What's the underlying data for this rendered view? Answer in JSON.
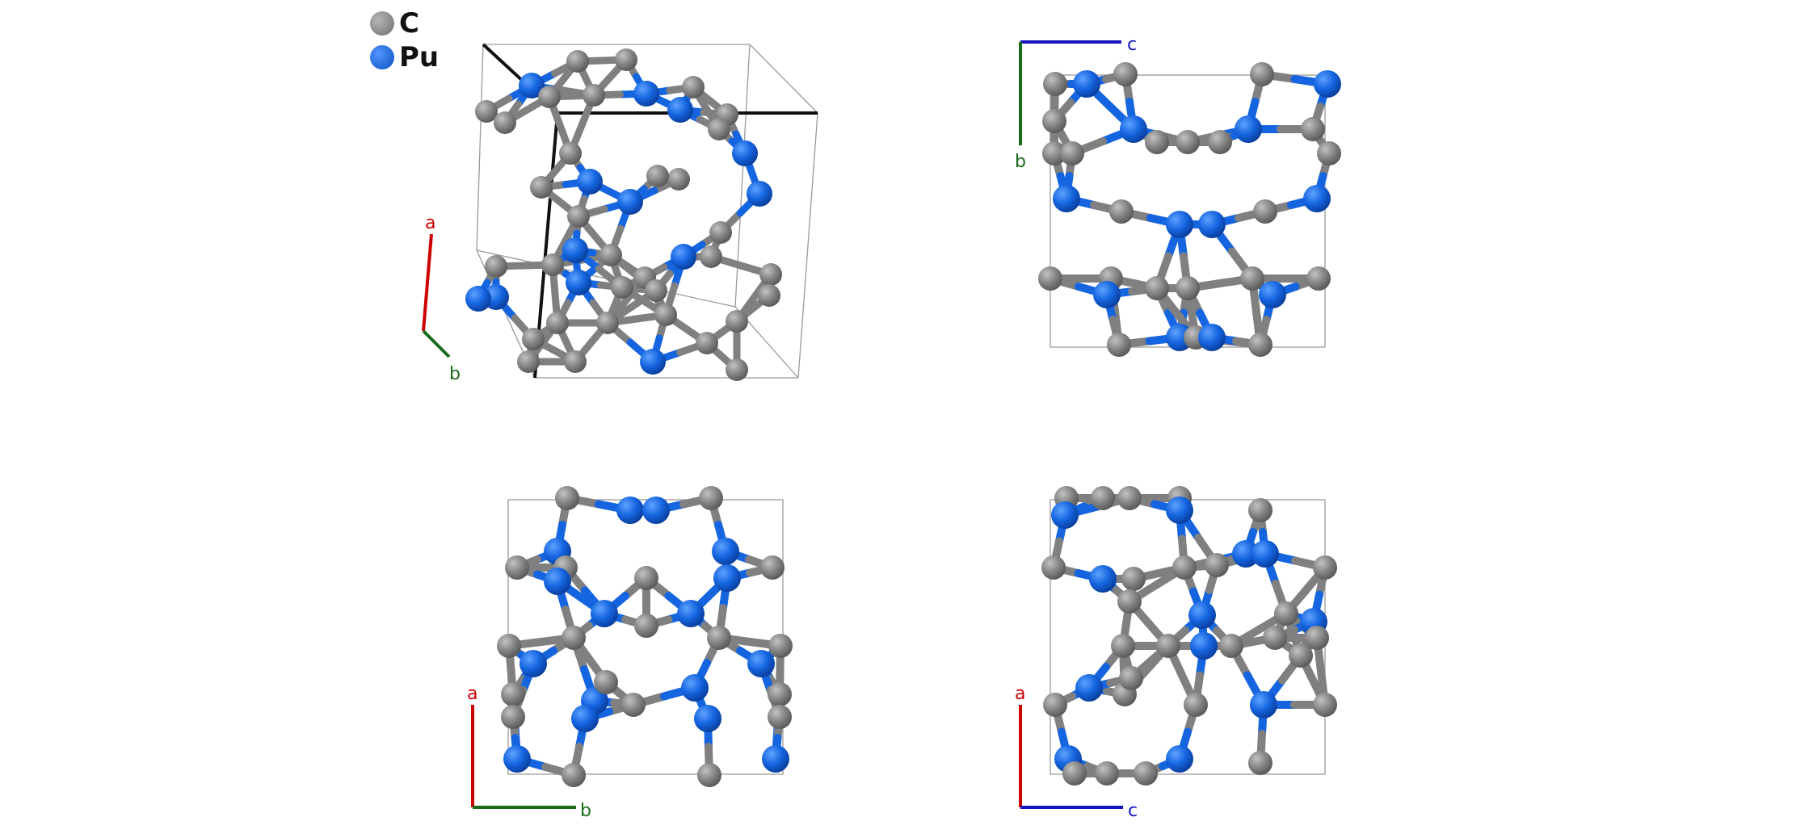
{
  "legend": [
    {
      "symbol": "C",
      "color": "#808080"
    },
    {
      "symbol": "Pu",
      "color": "#1565e0"
    }
  ],
  "colors": {
    "c_atom": "#808080",
    "pu_atom": "#1565e0",
    "bond": "#8a8a8a",
    "cell": "#9a9a9a"
  },
  "panels": {
    "p1": {
      "axes": [
        "a",
        "b"
      ]
    },
    "p2": {
      "axes": [
        "c",
        "b"
      ]
    },
    "p3": {
      "axes": [
        "a",
        "b"
      ]
    },
    "p4": {
      "axes": [
        "a",
        "c"
      ]
    }
  }
}
